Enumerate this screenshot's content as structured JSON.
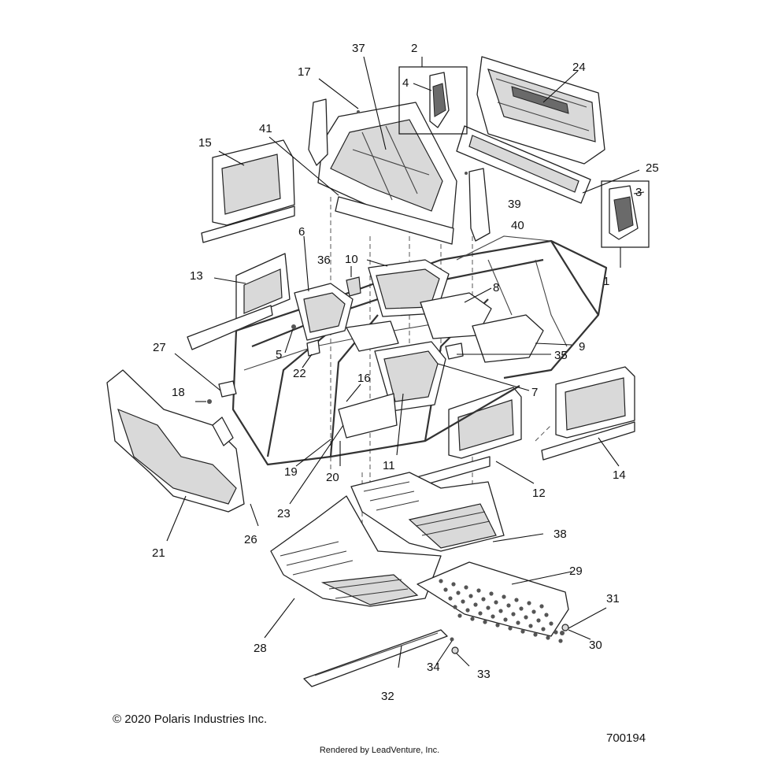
{
  "diagram": {
    "callouts": [
      "1",
      "2",
      "3",
      "4",
      "5",
      "6",
      "7",
      "8",
      "9",
      "10",
      "11",
      "12",
      "13",
      "14",
      "15",
      "16",
      "17",
      "19",
      "20",
      "21",
      "22",
      "23",
      "24",
      "25",
      "26",
      "27",
      "28",
      "29",
      "30",
      "31",
      "32",
      "33",
      "34",
      "35",
      "36",
      "37",
      "38",
      "39",
      "40",
      "41"
    ],
    "callout_18": "18",
    "copyright": "© 2020 Polaris Industries Inc.",
    "diagram_number": "700194",
    "rendered_by": "Rendered by LeadVenture, Inc."
  }
}
